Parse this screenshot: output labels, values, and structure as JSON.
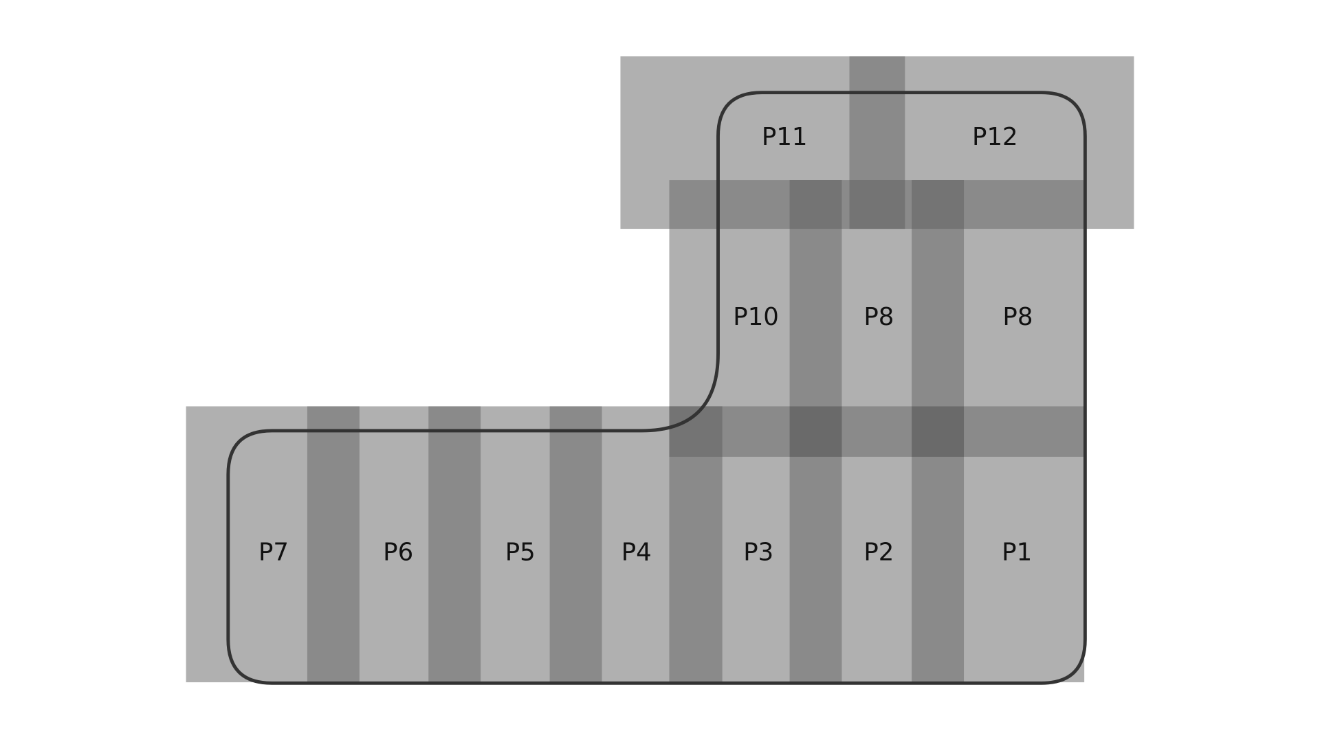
{
  "diagram": {
    "labels": {
      "p11": "P11",
      "p12": "P12",
      "p10": "P10",
      "p8a": "P8",
      "p8b": "P8",
      "p7": "P7",
      "p6": "P6",
      "p5": "P5",
      "p4": "P4",
      "p3": "P3",
      "p2": "P2",
      "p1": "P1"
    },
    "colors": {
      "light": "#b0b0b0",
      "dark": "#8a8a8a",
      "overlap": "#747474",
      "overlap_double": "#6a6a6a",
      "outline": "#333333"
    }
  }
}
